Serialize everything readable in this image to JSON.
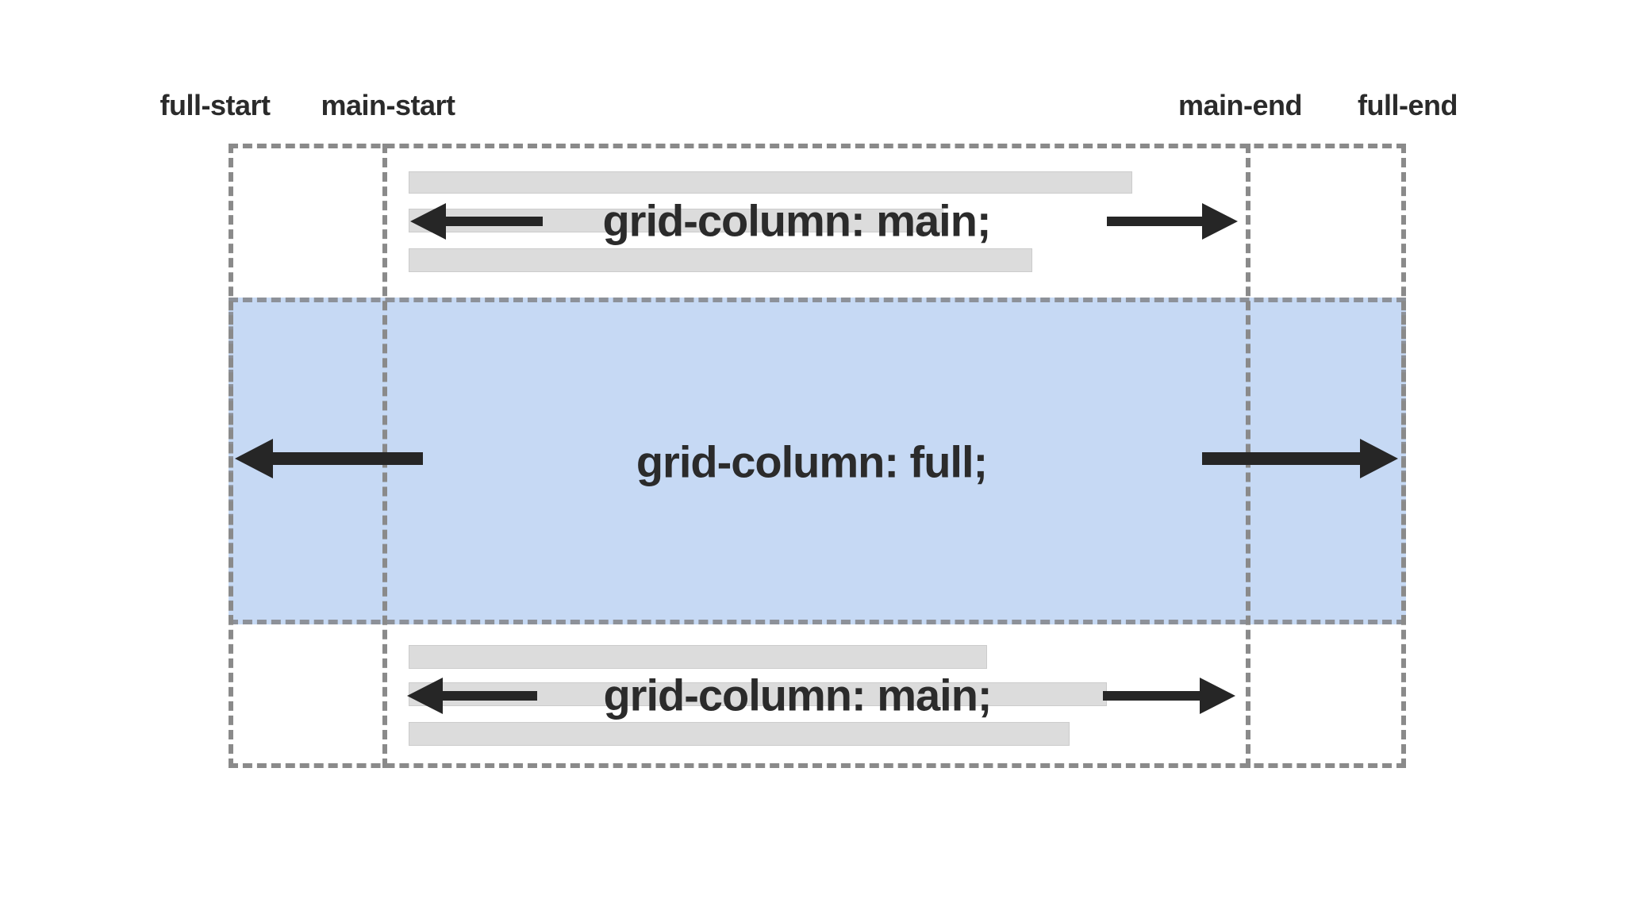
{
  "diagram_title": "CSS grid named lines diagram",
  "labels": {
    "full_start": "full-start",
    "main_start": "main-start",
    "main_end": "main-end",
    "full_end": "full-end"
  },
  "items": {
    "top_code": "grid-column: main;",
    "middle_code": "grid-column: full;",
    "bottom_code": "grid-column: main;"
  },
  "icons": {
    "left_arrow": "left-arrow-icon",
    "right_arrow": "right-arrow-icon"
  },
  "colors": {
    "background": "#ffffff",
    "full_item_fill": "#c6d9f4",
    "placeholder_bar_fill": "#dcdcdc",
    "dashed_line": "#8a8a8a",
    "code_text": "#2b2b2b",
    "arrow": "#262626"
  }
}
